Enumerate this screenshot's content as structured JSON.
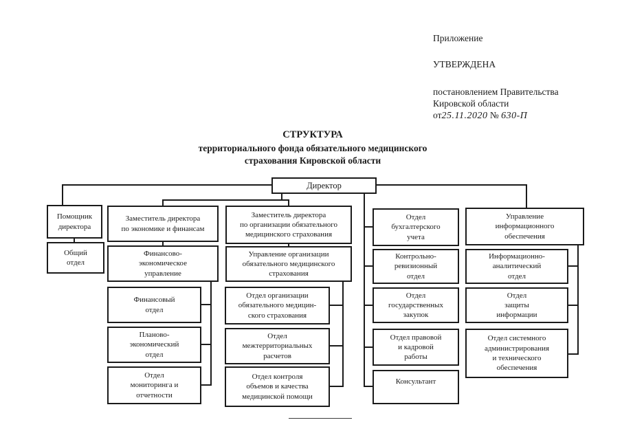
{
  "header": {
    "annex": "Приложение",
    "approved": "УТВЕРЖДЕНА",
    "resolution_line1": "постановлением Правительства",
    "resolution_line2": "Кировской области",
    "date_prefix": "от",
    "date_value": "25.11.2020",
    "number_sign": "№",
    "number_value": "630-П"
  },
  "title": {
    "line1": "СТРУКТУРА",
    "line2": "территориального фонда обязательного медицинского",
    "line3": "страхования Кировской области"
  },
  "org_chart": {
    "boxes": [
      {
        "id": "director",
        "label": "Директор"
      },
      {
        "id": "assistant",
        "label": "Помощник\nдиректора"
      },
      {
        "id": "general-dept",
        "label": "Общий\nотдел"
      },
      {
        "id": "deputy-finance",
        "label": "Заместитель директора\nпо экономике и финансам"
      },
      {
        "id": "fin-econ-dept-mgmt",
        "label": "Финансово-\nэкономическое\nуправление"
      },
      {
        "id": "finance-dept",
        "label": "Финансовый\nотдел"
      },
      {
        "id": "planning-econ-dept",
        "label": "Планово-\nэкономический\nотдел"
      },
      {
        "id": "monitoring-dept",
        "label": "Отдел\nмониторинга и\nотчетности"
      },
      {
        "id": "deputy-insurance",
        "label": "Заместитель директора\nпо организации обязательного\nмедицинского страхования"
      },
      {
        "id": "insurance-mgmt",
        "label": "Управление организации\nобязательного медицинского\nстрахования"
      },
      {
        "id": "insurance-org-dept",
        "label": "Отдел организации\nобязательного медицин-\nского страхования"
      },
      {
        "id": "interterritorial-dept",
        "label": "Отдел\nмежтерриториальных\nрасчетов"
      },
      {
        "id": "quality-control-dept",
        "label": "Отдел контроля\nобъемов и качества\nмедицинской помощи"
      },
      {
        "id": "accounting-dept",
        "label": "Отдел\nбухгалтерского\nучета"
      },
      {
        "id": "audit-dept",
        "label": "Контрольно-\nревизионный\nотдел"
      },
      {
        "id": "procurement-dept",
        "label": "Отдел\nгосударственных\nзакупок"
      },
      {
        "id": "legal-hr-dept",
        "label": "Отдел правовой\nи кадровой\nработы"
      },
      {
        "id": "consultant",
        "label": "Консультант"
      },
      {
        "id": "info-support-mgmt",
        "label": "Управление\nинформационного\nобеспечения"
      },
      {
        "id": "info-analytics-dept",
        "label": "Информационно-\nаналитический\nотдел"
      },
      {
        "id": "info-security-dept",
        "label": "Отдел\nзащиты\nинформации"
      },
      {
        "id": "sysadmin-dept",
        "label": "Отдел системного\nадминистрирования\nи технического\nобеспечения"
      }
    ]
  }
}
